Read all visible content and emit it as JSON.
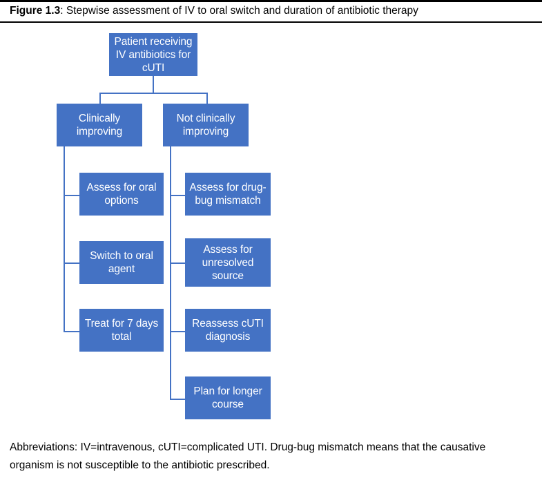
{
  "figure": {
    "label": "Figure 1.3",
    "separator": ": ",
    "title": "Stepwise assessment of IV to oral switch and duration of antibiotic therapy"
  },
  "colors": {
    "node_fill": "#4472C4",
    "node_text": "#FFFFFF",
    "connector": "#4472C4",
    "rule": "#000000",
    "page_background": "#FFFFFF"
  },
  "flowchart": {
    "type": "flowchart",
    "orientation": "top-down",
    "root": {
      "id": "root",
      "label": "Patient receiving IV antibiotics for cUTI"
    },
    "branches": [
      {
        "id": "clinically-improving",
        "label": "Clinically improving",
        "steps": [
          {
            "id": "assess-oral-options",
            "label": "Assess for oral options"
          },
          {
            "id": "switch-to-oral-agent",
            "label": "Switch to oral agent"
          },
          {
            "id": "treat-7-days",
            "label": "Treat for 7 days total"
          }
        ]
      },
      {
        "id": "not-clinically-improving",
        "label": "Not clinically improving",
        "steps": [
          {
            "id": "assess-drug-bug-mismatch",
            "label": "Assess for drug-bug mismatch"
          },
          {
            "id": "assess-unresolved-source",
            "label": "Assess for unresolved source"
          },
          {
            "id": "reassess-cuti-diagnosis",
            "label": "Reassess cUTI diagnosis"
          },
          {
            "id": "plan-longer-course",
            "label": "Plan for longer course"
          }
        ]
      }
    ]
  },
  "footnote": {
    "text": "Abbreviations: IV=intravenous, cUTI=complicated UTI. Drug-bug mismatch means that the causative organism is not susceptible to the antibiotic prescribed."
  }
}
